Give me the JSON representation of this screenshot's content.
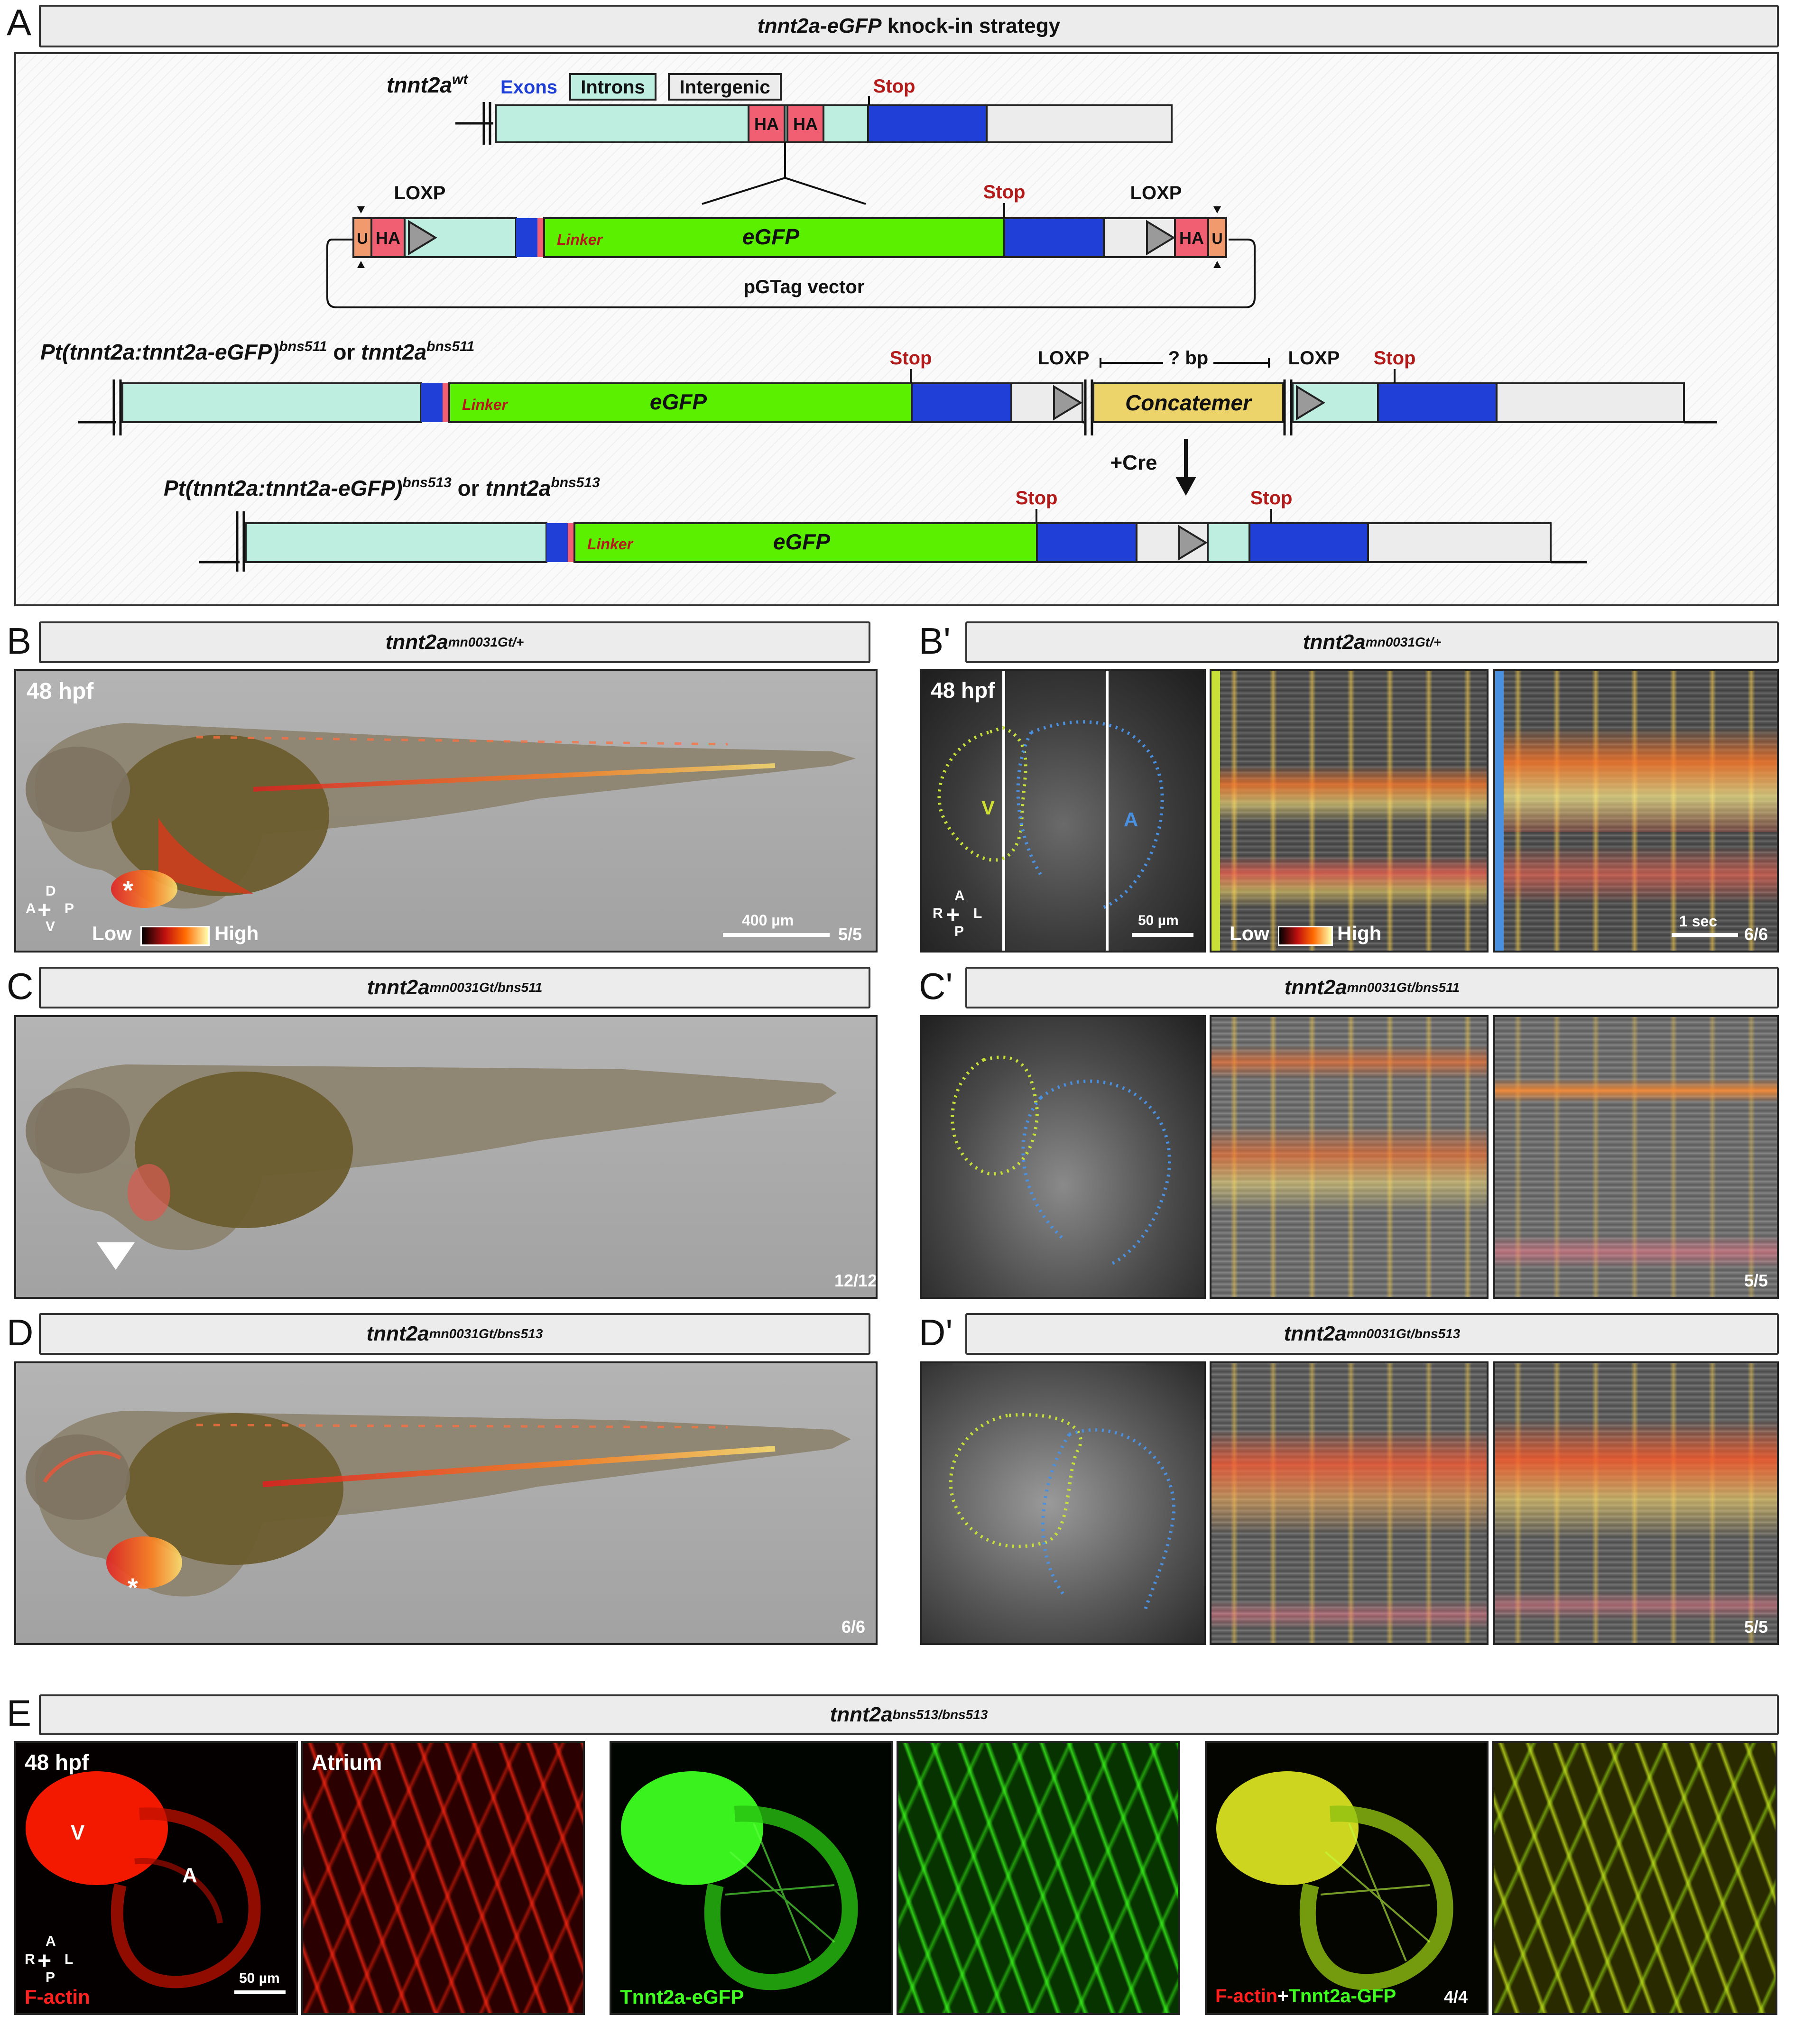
{
  "panelA": {
    "letter": "A",
    "title_italic": "tnnt2a-eGFP",
    "title_rest": " knock-in strategy",
    "legend": {
      "exons": "Exons",
      "introns": "Introns",
      "intergenic": "Intergenic"
    },
    "wt_label": "tnnt2a",
    "wt_sup": "wt",
    "ha": "HA",
    "u": "U",
    "stop": "Stop",
    "loxp": "LOXP",
    "linker": "Linker",
    "egfp": "eGFP",
    "vector": "pGTag vector",
    "bns511_label": "Pt(tnnt2a:tnnt2a-eGFP)",
    "bns511_sup": "bns511",
    "or": " or ",
    "bns511_alt": "tnnt2a",
    "bp": "? bp",
    "concatemer": "Concatemer",
    "cre": "+Cre",
    "bns513_label": "Pt(tnnt2a:tnnt2a-eGFP)",
    "bns513_sup": "bns513",
    "bns513_alt": "tnnt2a"
  },
  "panelB": {
    "letter": "B",
    "title": "tnnt2a",
    "sup": "mn0031Gt/+",
    "stage": "48 hpf",
    "scale": "400 µm",
    "count": "5/5",
    "low": "Low",
    "high": "High",
    "axis": {
      "d": "D",
      "v": "V",
      "a": "A",
      "p": "P"
    }
  },
  "panelB2": {
    "letter": "B'",
    "title": "tnnt2a",
    "sup": "mn0031Gt/+",
    "stage": "48 hpf",
    "v": "V",
    "a_chamber": "A",
    "scale": "50 µm",
    "time": "1 sec",
    "count": "6/6",
    "low": "Low",
    "high": "High",
    "axis": {
      "a": "A",
      "p": "P",
      "r": "R",
      "l": "L"
    }
  },
  "panelC": {
    "letter": "C",
    "title": "tnnt2a",
    "sup": "mn0031Gt/bns511",
    "count": "12/12"
  },
  "panelC2": {
    "letter": "C'",
    "title": "tnnt2a",
    "sup": "mn0031Gt/bns511",
    "count": "5/5"
  },
  "panelD": {
    "letter": "D",
    "title": "tnnt2a",
    "sup": "mn0031Gt/bns513",
    "count": "6/6"
  },
  "panelD2": {
    "letter": "D'",
    "title": "tnnt2a",
    "sup": "mn0031Gt/bns513",
    "count": "5/5"
  },
  "panelE": {
    "letter": "E",
    "title": "tnnt2a",
    "sup": "bns513/bns513",
    "stage": "48 hpf",
    "atrium": "Atrium",
    "v": "V",
    "a_chamber": "A",
    "factin": "F-actin",
    "scale": "50 µm",
    "gfp": "Tnnt2a-eGFP",
    "merge_a": "F-actin",
    "merge_plus": "+",
    "merge_b": "Tnnt2a-GFP",
    "count": "4/4",
    "axis": {
      "a": "A",
      "p": "P",
      "r": "R",
      "l": "L"
    }
  },
  "colors": {
    "intron": "#bdeee0",
    "exon": "#1f3fd6",
    "egfp": "#5af000",
    "ha": "#f06072",
    "u": "#f09a6e",
    "stop": "#b31b1b",
    "concatemer": "#ecd46a",
    "intergenic": "#ececec"
  }
}
